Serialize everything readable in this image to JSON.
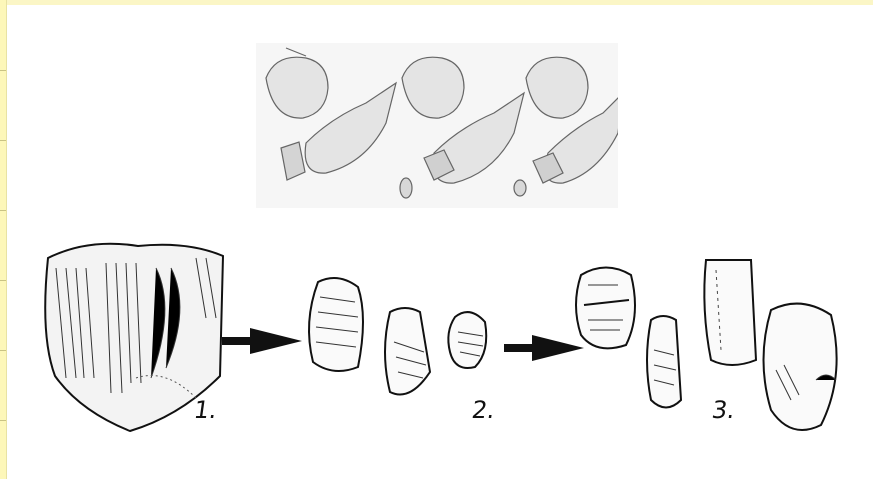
{
  "image": {
    "step_labels": [
      "1.",
      "2.",
      "3."
    ]
  },
  "colors": {
    "top_border": "#fbf6c6",
    "left_strip": "#fdf7b9",
    "ink": "#111111"
  }
}
